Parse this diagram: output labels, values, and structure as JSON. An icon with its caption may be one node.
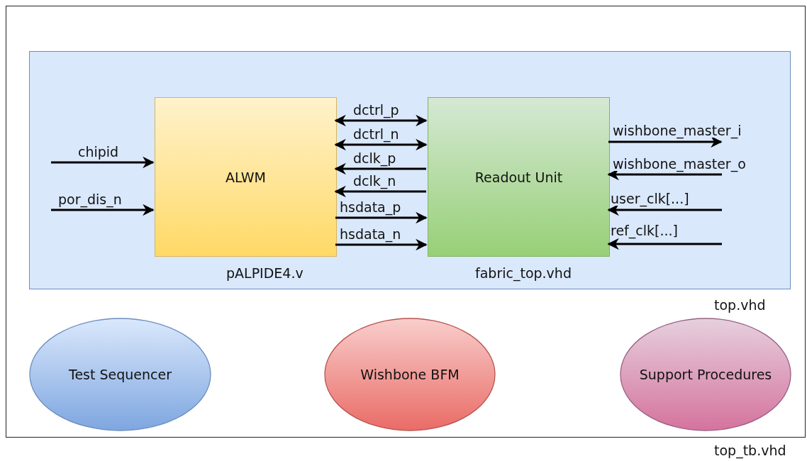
{
  "diagram": {
    "nodes": [
      {
        "text": [
          "top_tb.vhd"
        ]
      },
      {
        "text": [
          "top.vhd"
        ],
        "in": 0
      },
      {
        "text": [
          "ALWM"
        ],
        "in": 1,
        "beside": [
          "pALPIDE4.v"
        ]
      },
      {
        "text": [
          "Readout Unit"
        ],
        "in": 1,
        "beside": [
          "fabric_top.vhd"
        ]
      },
      {
        "text": [
          "Test Sequencer"
        ],
        "in": 0
      },
      {
        "text": [
          "Wishbone BFM"
        ],
        "in": 0
      },
      {
        "text": [
          "Support Procedures"
        ],
        "in": 0
      }
    ],
    "edges": [
      {
        "from": null,
        "to": 2,
        "arrow": "to",
        "label": "chipid"
      },
      {
        "from": null,
        "to": 2,
        "arrow": "to",
        "label": "por_dis_n"
      },
      {
        "from": 2,
        "to": 3,
        "arrow": "both",
        "label": "dctrl_p"
      },
      {
        "from": 2,
        "to": 3,
        "arrow": "both",
        "label": "dctrl_n"
      },
      {
        "from": 3,
        "to": 2,
        "arrow": "to",
        "label": "dclk_p"
      },
      {
        "from": 3,
        "to": 2,
        "arrow": "to",
        "label": "dclk_n"
      },
      {
        "from": 2,
        "to": 3,
        "arrow": "to",
        "label": "hsdata_p"
      },
      {
        "from": 2,
        "to": 3,
        "arrow": "to",
        "label": "hsdata_n"
      },
      {
        "from": 3,
        "to": null,
        "arrow": "to",
        "label": "wishbone_master_i"
      },
      {
        "from": null,
        "to": 3,
        "arrow": "to",
        "label": "wishbone_master_o"
      },
      {
        "from": null,
        "to": 3,
        "arrow": "to",
        "label": "user_clk[...]"
      },
      {
        "from": null,
        "to": 3,
        "arrow": "to",
        "label": "ref_clk[...]"
      }
    ]
  }
}
